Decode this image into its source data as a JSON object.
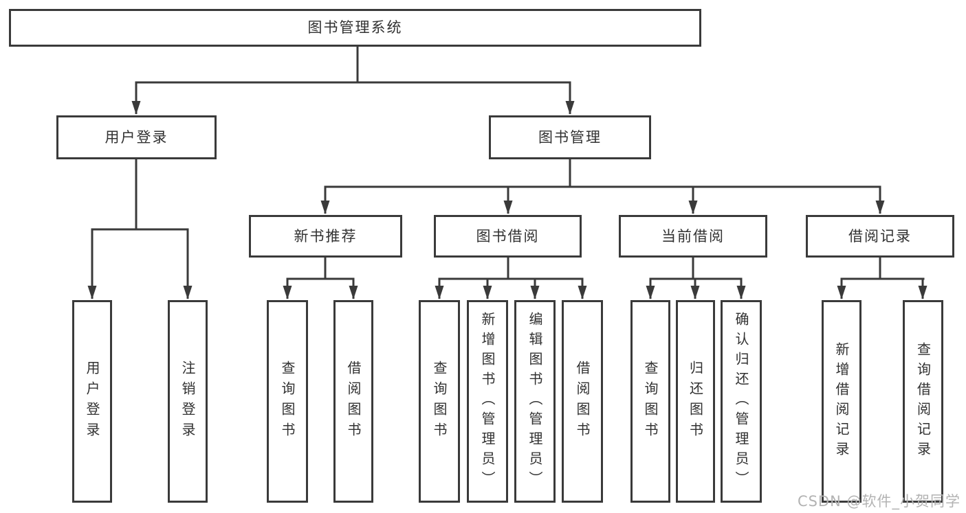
{
  "colors": {
    "line": "#3a3a3a",
    "text": "#313131",
    "background": "#ffffff",
    "watermark": "#b3b3b3"
  },
  "tree": {
    "root": {
      "label": "图书管理系统"
    },
    "level2": [
      {
        "label": "用户登录",
        "leaves": [
          {
            "label": "用户登录"
          },
          {
            "label": "注销登录"
          }
        ]
      },
      {
        "label": "图书管理",
        "children": [
          {
            "label": "新书推荐",
            "leaves": [
              {
                "label": "查询图书"
              },
              {
                "label": "借阅图书"
              }
            ]
          },
          {
            "label": "图书借阅",
            "leaves": [
              {
                "label": "查询图书"
              },
              {
                "label": "新增图书（管理员）"
              },
              {
                "label": "编辑图书（管理员）"
              },
              {
                "label": "借阅图书"
              }
            ]
          },
          {
            "label": "当前借阅",
            "leaves": [
              {
                "label": "查询图书"
              },
              {
                "label": "归还图书"
              },
              {
                "label": "确认归还（管理员）"
              }
            ]
          },
          {
            "label": "借阅记录",
            "leaves": [
              {
                "label": "新增借阅记录"
              },
              {
                "label": "查询借阅记录"
              }
            ]
          }
        ]
      }
    ]
  },
  "watermark": {
    "text": "CSDN @软件_小贺同学"
  }
}
